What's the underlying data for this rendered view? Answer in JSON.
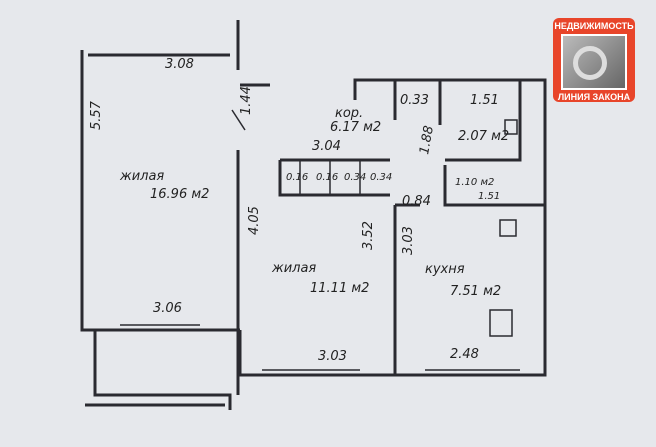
{
  "logo": {
    "top": "НЕДВИЖИМОСТЬ",
    "bottom": "ЛИНИЯ ЗАКОНА"
  },
  "rooms": {
    "living1": {
      "name": "жилая",
      "area": "16.96 м2",
      "dim_top": "3.08",
      "dim_side": "5.57",
      "dim_bottom": "3.06",
      "dim_door": "1.44",
      "dim_wall": "4.05"
    },
    "corridor": {
      "name": "кор.",
      "area": "6.17 м2",
      "dim": "3.04",
      "dim_diag": "1.88"
    },
    "closets": [
      "0.16",
      "0.16",
      "0.34",
      "0.34"
    ],
    "closet_top": "0.33",
    "bath": {
      "dim": "1.51",
      "area": "2.07 м2"
    },
    "wc": {
      "area": "1.10 м2",
      "dim": "1.51"
    },
    "door_dim": "0.84",
    "living2": {
      "name": "жилая",
      "area": "11.11 м2",
      "dim_side": "3.52",
      "dim_bottom": "3.03"
    },
    "kitchen": {
      "name": "кухня",
      "area": "7.51 м2",
      "dim_side": "3.03",
      "dim_bottom": "2.48"
    }
  }
}
